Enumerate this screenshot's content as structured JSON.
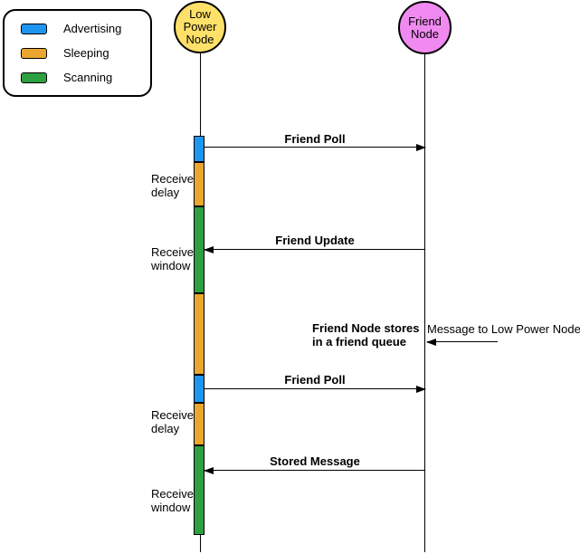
{
  "colors": {
    "advertising": "#1E96F0",
    "sleeping": "#EAA72F",
    "scanning": "#2DA041",
    "low_power_node_fill": "#FFE069",
    "friend_node_fill": "#F08AF0",
    "stroke": "#000000",
    "background": "#FFFFFF"
  },
  "legend": {
    "items": [
      {
        "label": "Advertising",
        "phase": "advertising"
      },
      {
        "label": "Sleeping",
        "phase": "sleeping"
      },
      {
        "label": "Scanning",
        "phase": "scanning"
      }
    ]
  },
  "actors": {
    "low_power_node": {
      "label": "Low\nPower\nNode"
    },
    "friend_node": {
      "label": "Friend\nNode"
    }
  },
  "messages": [
    {
      "label": "Friend Poll",
      "from": "low_power_node",
      "to": "friend_node"
    },
    {
      "label": "Friend Update",
      "from": "friend_node",
      "to": "low_power_node"
    },
    {
      "label": "Friend Poll",
      "from": "low_power_node",
      "to": "friend_node"
    },
    {
      "label": "Stored Message",
      "from": "friend_node",
      "to": "low_power_node"
    }
  ],
  "annotations": {
    "receive_delay_1": "Receive\ndelay",
    "receive_window_1": "Receive\nwindow",
    "friend_queue_note": "Friend Node stores\nin a friend queue",
    "incoming_message_label": "Message to Low Power Node",
    "receive_delay_2": "Receive\ndelay",
    "receive_window_2": "Receive\nwindow"
  },
  "timeline": {
    "low_power_node_phases": [
      "advertising",
      "sleeping",
      "scanning",
      "sleeping",
      "advertising",
      "sleeping",
      "scanning"
    ]
  }
}
